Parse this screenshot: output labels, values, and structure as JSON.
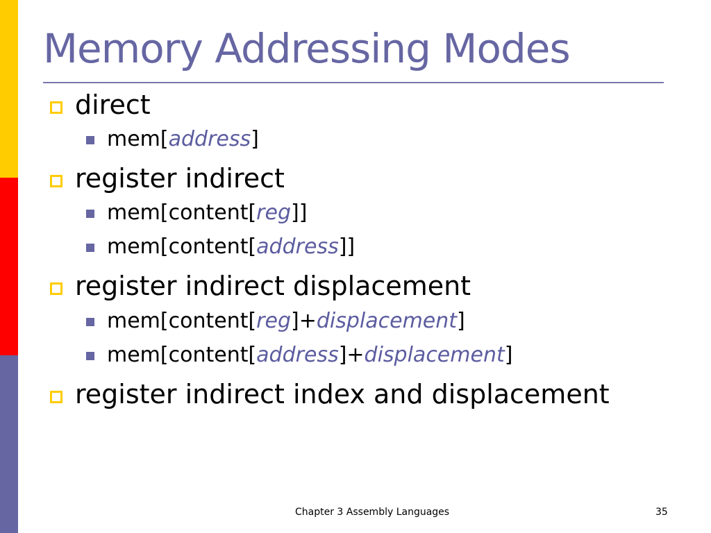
{
  "colors": {
    "title": "#6666a3",
    "accent_italic": "#5c5ca0",
    "rule": "#7777aa",
    "bar_yellow": "#ffcc00",
    "bar_red": "#ff0000",
    "bar_blue": "#6666a3",
    "l1_bullet": "#ffcc00",
    "l2_bullet": "#6666a3"
  },
  "slide": {
    "title": "Memory Addressing Modes",
    "items": [
      {
        "text": "direct",
        "sub": [
          {
            "parts": [
              {
                "t": "mem["
              },
              {
                "t": "address",
                "em": true
              },
              {
                "t": "]"
              }
            ]
          }
        ]
      },
      {
        "text": "register indirect",
        "sub": [
          {
            "parts": [
              {
                "t": "mem[content["
              },
              {
                "t": "reg",
                "em": true
              },
              {
                "t": "]]"
              }
            ]
          },
          {
            "parts": [
              {
                "t": "mem[content["
              },
              {
                "t": "address",
                "em": true
              },
              {
                "t": "]]"
              }
            ]
          }
        ]
      },
      {
        "text": "register indirect displacement",
        "sub": [
          {
            "parts": [
              {
                "t": "mem[content["
              },
              {
                "t": "reg",
                "em": true
              },
              {
                "t": "]+"
              },
              {
                "t": "displacement",
                "em": true
              },
              {
                "t": "]"
              }
            ]
          },
          {
            "parts": [
              {
                "t": "mem[content["
              },
              {
                "t": "address",
                "em": true
              },
              {
                "t": "]+"
              },
              {
                "t": "displacement",
                "em": true
              },
              {
                "t": "]"
              }
            ]
          }
        ]
      },
      {
        "text": "register indirect index and displacement",
        "sub": []
      }
    ]
  },
  "footer": {
    "center": "Chapter 3 Assembly Languages",
    "page_number": "35"
  }
}
